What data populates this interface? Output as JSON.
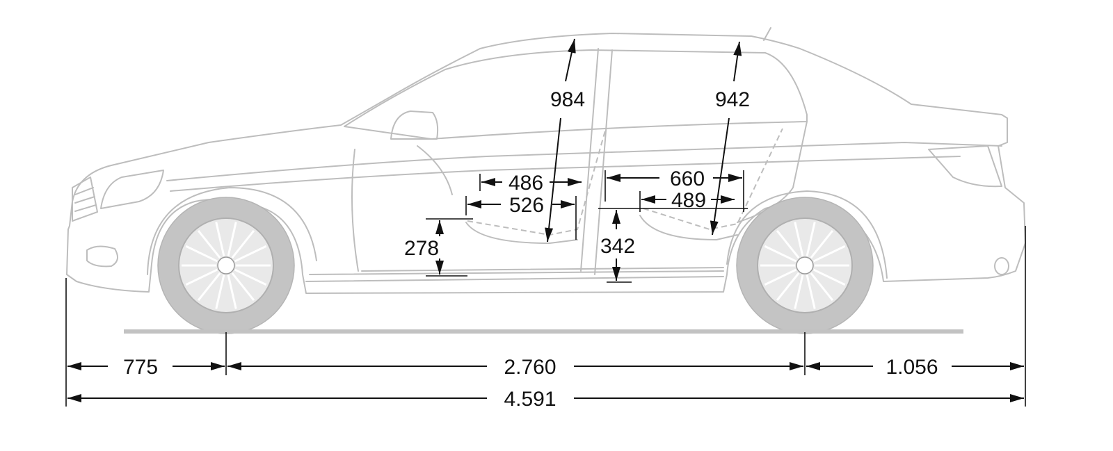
{
  "dimensions": {
    "front_overhang": "775",
    "wheelbase": "2.760",
    "rear_overhang": "1.056",
    "overall_length": "4.591",
    "front_headroom": "984",
    "rear_headroom": "942",
    "front_legroom_upper": "486",
    "front_legroom_lower": "526",
    "rear_legroom_upper": "660",
    "rear_legroom_lower": "489",
    "front_seat_height": "278",
    "rear_seat_height": "342"
  },
  "colors": {
    "car_outline": "#bdbdbd",
    "wheel_fill": "#c4c4c4",
    "dimension_lines": "#111111",
    "background": "#ffffff"
  },
  "icons": {
    "brand_emblem": "three-pointed-star-icon"
  }
}
